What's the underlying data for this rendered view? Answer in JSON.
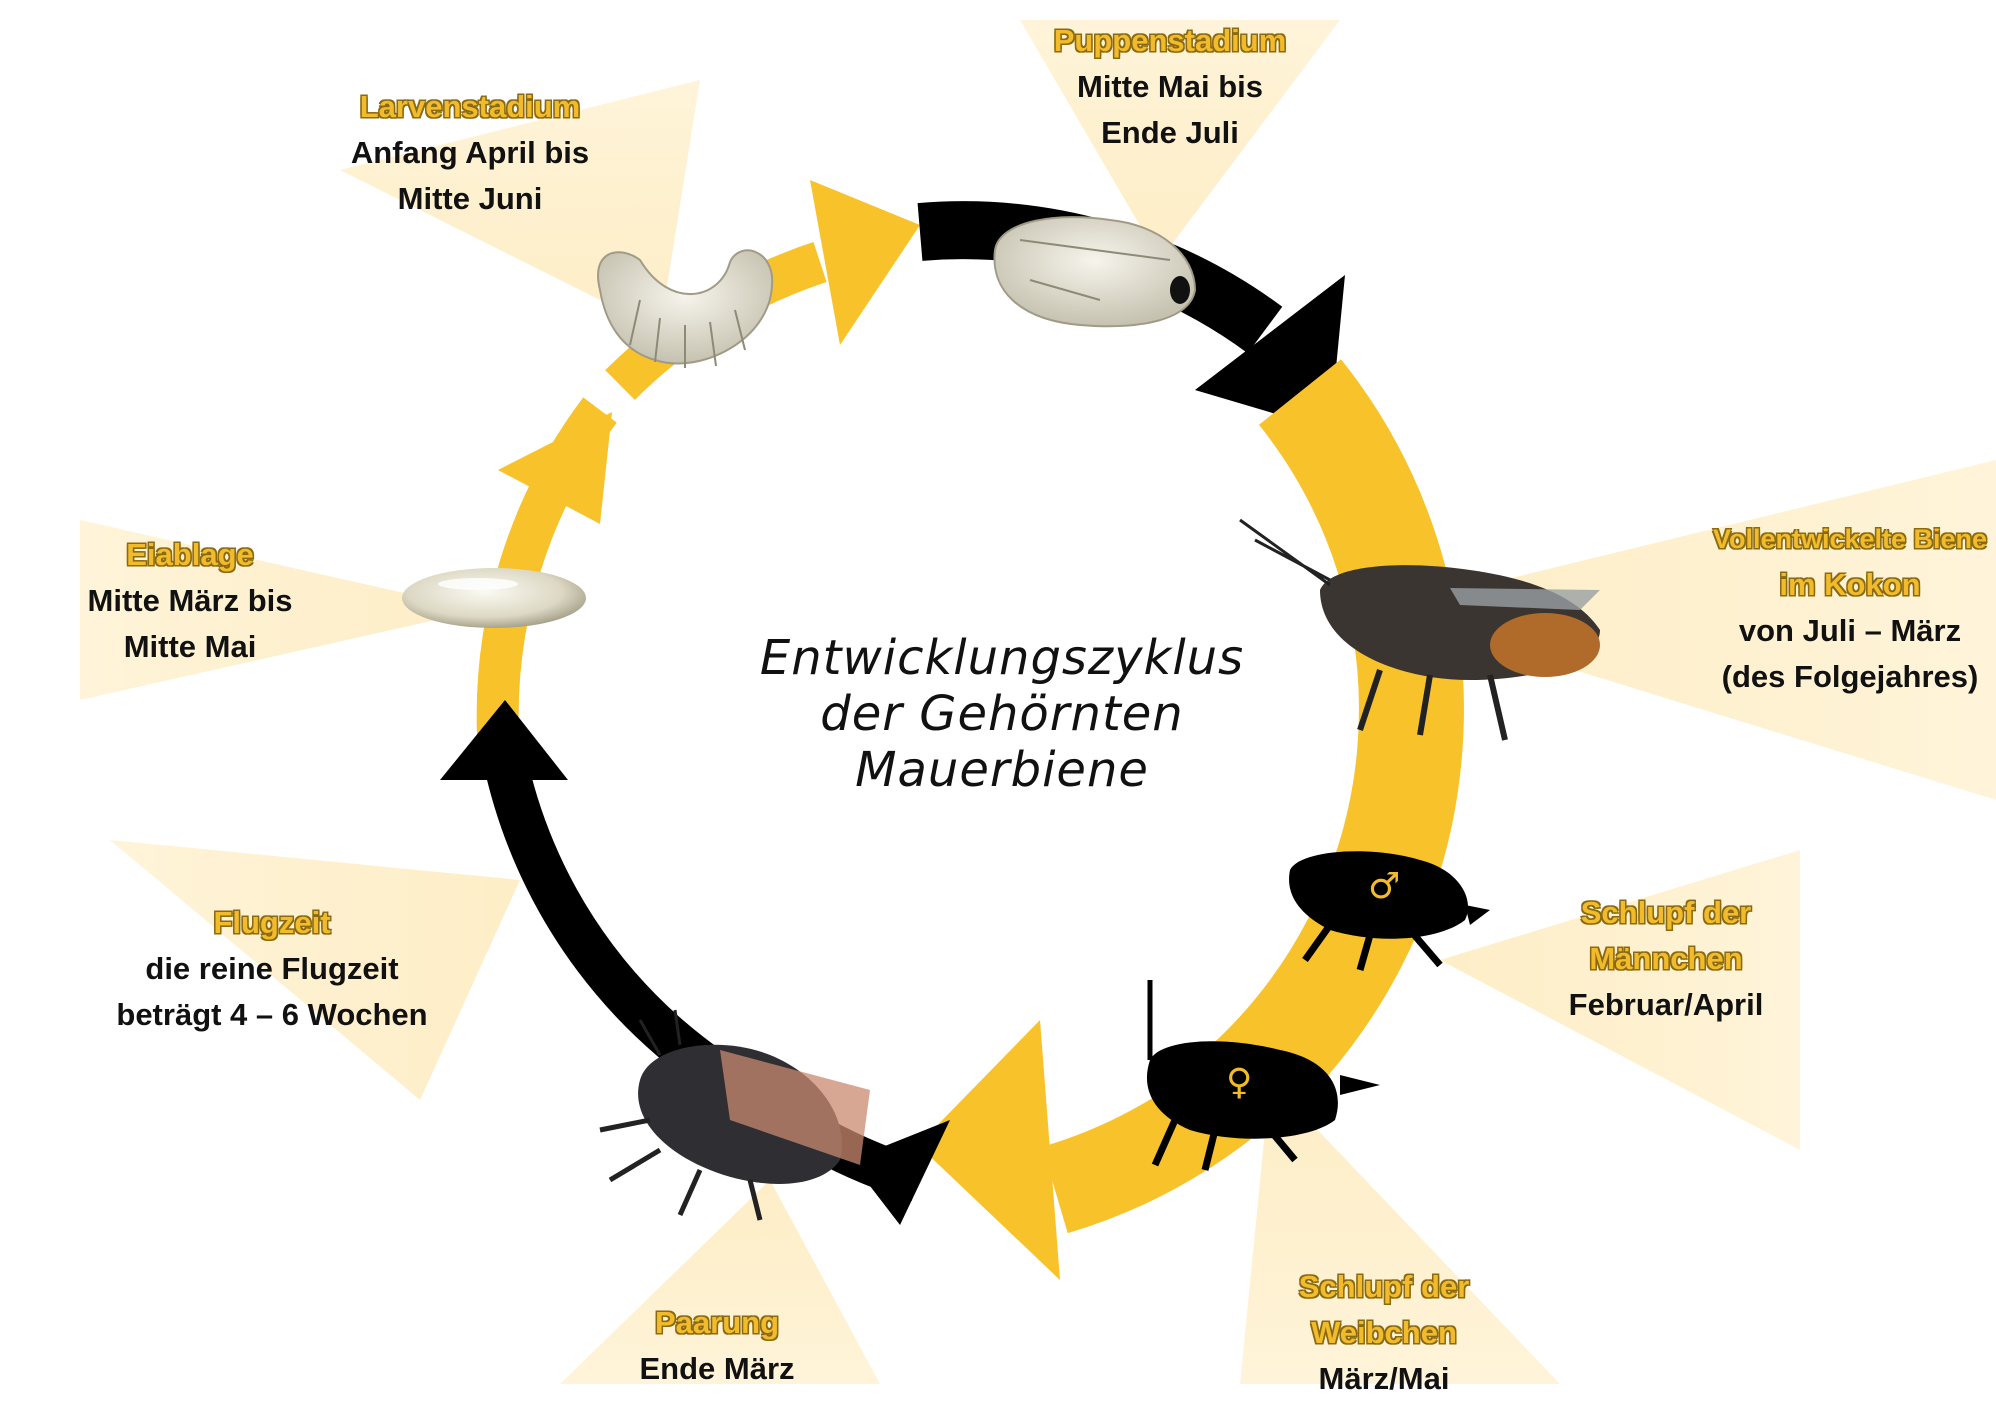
{
  "title": {
    "line1": "Entwicklungszyklus",
    "line2": "der Gehörnten",
    "line3": "Mauerbiene"
  },
  "stages": [
    {
      "id": "larvenstadium",
      "title": "Larvenstadium",
      "line1": "Anfang April bis",
      "line2": "Mitte Juni"
    },
    {
      "id": "puppenstadium",
      "title": "Puppenstadium",
      "line1": "Mitte Mai bis",
      "line2": "Ende Juli"
    },
    {
      "id": "vollentwickelte-biene",
      "title": "Vollentwickelte Biene",
      "title2": "im Kokon",
      "line1": "von Juli – März",
      "line2": "(des Folgejahres)"
    },
    {
      "id": "schlupf-maennchen",
      "title": "Schlupf der",
      "title2": "Männchen",
      "line1": "Februar/April"
    },
    {
      "id": "schlupf-weibchen",
      "title": "Schlupf der",
      "title2": "Weibchen",
      "line1": "März/Mai"
    },
    {
      "id": "paarung",
      "title": "Paarung",
      "line1": "Ende März"
    },
    {
      "id": "flugzeit",
      "title": "Flugzeit",
      "line1": "die reine Flugzeit",
      "line2": "beträgt 4 – 6 Wochen"
    },
    {
      "id": "eiablage",
      "title": "Eiablage",
      "line1": "Mitte März bis",
      "line2": "Mitte Mai"
    }
  ],
  "symbols": {
    "male": "♂",
    "female": "♀"
  },
  "colors": {
    "yellow": "#f8c22b",
    "black": "#000000",
    "title_yellow": "#f2bb2c"
  }
}
